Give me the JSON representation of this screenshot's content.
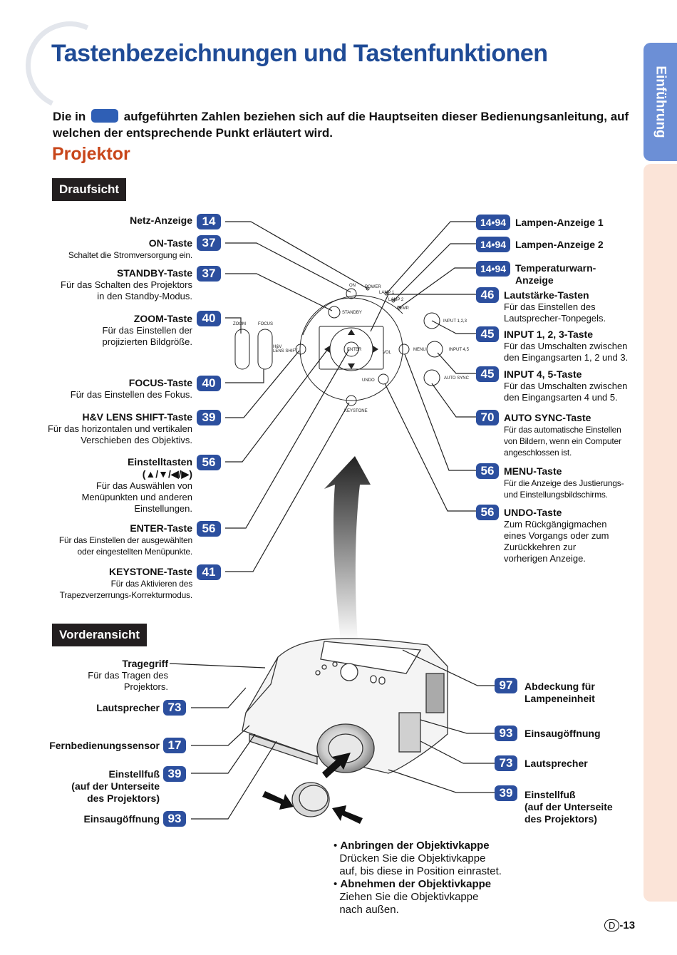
{
  "tab_label": "Einführung",
  "title": "Tastenbezeichnungen und Tastenfunktionen",
  "intro": {
    "part1": "Die in",
    "part2": "aufgeführten Zahlen beziehen sich auf die Hauptseiten dieser Bedienungsanleitung, auf welchen der entsprechende Punkt erläutert wird."
  },
  "section_title": "Projektor",
  "top_view": {
    "label": "Draufsicht",
    "left_items": [
      {
        "name": "Netz-Anzeige",
        "page": "14",
        "desc": []
      },
      {
        "name": "ON-Taste",
        "page": "37",
        "desc": [
          "Schaltet die Stromversorgung ein."
        ]
      },
      {
        "name": "STANDBY-Taste",
        "page": "37",
        "desc": [
          "Für das Schalten des Projektors",
          "in den Standby-Modus."
        ]
      },
      {
        "name": "ZOOM-Taste",
        "page": "40",
        "desc": [
          "Für das Einstellen der",
          "projizierten Bildgröße."
        ]
      },
      {
        "name": "FOCUS-Taste",
        "page": "40",
        "desc": [
          "Für das Einstellen des Fokus."
        ]
      },
      {
        "name": "H&V LENS SHIFT-Taste",
        "page": "39",
        "desc": [
          "Für das horizontalen und vertikalen",
          "Verschieben des Objektivs."
        ]
      },
      {
        "name": "Einstelltasten",
        "name2": "(▲/▼/◀/▶)",
        "page": "56",
        "desc": [
          "Für das Auswählen von",
          "Menüpunkten und anderen",
          "Einstellungen."
        ]
      },
      {
        "name": "ENTER-Taste",
        "page": "56",
        "desc": [
          "Für das Einstellen der ausgewählten",
          "oder eingestellten Menüpunkte."
        ]
      },
      {
        "name": "KEYSTONE-Taste",
        "page": "41",
        "desc": [
          "Für das Aktivieren des",
          "Trapezverzerrungs-Korrekturmodus."
        ]
      }
    ],
    "right_items": [
      {
        "name": "Lampen-Anzeige 1",
        "page": "14•94",
        "desc": []
      },
      {
        "name": "Lampen-Anzeige 2",
        "page": "14•94",
        "desc": []
      },
      {
        "name": "Temperaturwarn-",
        "name2": "Anzeige",
        "page": "14•94",
        "desc": []
      },
      {
        "name": "Lautstärke-Tasten",
        "page": "46",
        "desc": [
          "Für das Einstellen des",
          "Lautsprecher-Tonpegels."
        ]
      },
      {
        "name": "INPUT 1, 2, 3-Taste",
        "page": "45",
        "desc": [
          "Für das Umschalten zwischen",
          "den Eingangsarten 1, 2 und 3."
        ]
      },
      {
        "name": "INPUT 4, 5-Taste",
        "page": "45",
        "desc": [
          "Für das Umschalten zwischen",
          "den Eingangsarten 4 und 5."
        ]
      },
      {
        "name": "AUTO SYNC-Taste",
        "page": "70",
        "desc": [
          "Für das automatische Einstellen",
          "von Bildern, wenn ein Computer",
          "angeschlossen ist."
        ]
      },
      {
        "name": "MENU-Taste",
        "page": "56",
        "desc": [
          "Für die Anzeige des Justierungs-",
          "und Einstellungsbildschirms."
        ]
      },
      {
        "name": "UNDO-Taste",
        "page": "56",
        "desc": [
          "Zum Rückgängigmachen",
          "eines Vorgangs oder zum",
          "Zurückkehren zur",
          "vorherigen Anzeige."
        ]
      }
    ],
    "panel_labels": {
      "on": "ON",
      "power": "POWER",
      "lamp1": "LAMP 1",
      "lamp2": "LAMP 2",
      "temp": "TEMP.",
      "standby": "STANDBY",
      "zoom": "ZOOM",
      "focus": "FOCUS",
      "hv1": "H&V",
      "hv2": "LENS SHIFT",
      "enter": "ENTER",
      "vol": "VOL",
      "undo": "UNDO",
      "keystone": "KEYSTONE",
      "menu": "MENU",
      "input123": "INPUT 1,2,3",
      "input45": "INPUT 4,5",
      "autosync": "AUTO SYNC"
    }
  },
  "front_view": {
    "label": "Vorderansicht",
    "left_items": [
      {
        "name": "Tragegriff",
        "page": "",
        "desc": [
          "Für das Tragen des",
          "Projektors."
        ]
      },
      {
        "name": "Lautsprecher",
        "page": "73",
        "desc": []
      },
      {
        "name": "Fernbedienungssensor",
        "page": "17",
        "desc": []
      },
      {
        "name": "Einstellfuß",
        "page": "39",
        "desc": [
          "(auf der Unterseite",
          "des Projektors)"
        ]
      },
      {
        "name": "Einsaugöffnung",
        "page": "93",
        "desc": []
      }
    ],
    "right_items": [
      {
        "name": "Abdeckung für",
        "name2": "Lampeneinheit",
        "page": "97"
      },
      {
        "name": "Einsaugöffnung",
        "page": "93"
      },
      {
        "name": "Lautsprecher",
        "page": "73"
      },
      {
        "name": "Einstellfuß",
        "name2": "(auf der Unterseite",
        "name3": "des Projektors)",
        "page": "39"
      }
    ]
  },
  "lens_cap_notes": [
    {
      "title": "Anbringen der Objektivkappe",
      "text": [
        "Drücken Sie die Objektivkappe",
        "auf, bis diese in Position einrastet."
      ]
    },
    {
      "title": "Abnehmen der Objektivkappe",
      "text": [
        "Ziehen Sie die Objektivkappe",
        "nach außen."
      ]
    }
  ],
  "page_number": {
    "prefix": "D",
    "number": "-13"
  },
  "colors": {
    "title_blue": "#1f4b96",
    "badge_blue": "#2c4f9e",
    "section_orange": "#c8461a",
    "tab_blue": "#6c8fd6",
    "sidebar_peach": "#fbe4d8"
  }
}
